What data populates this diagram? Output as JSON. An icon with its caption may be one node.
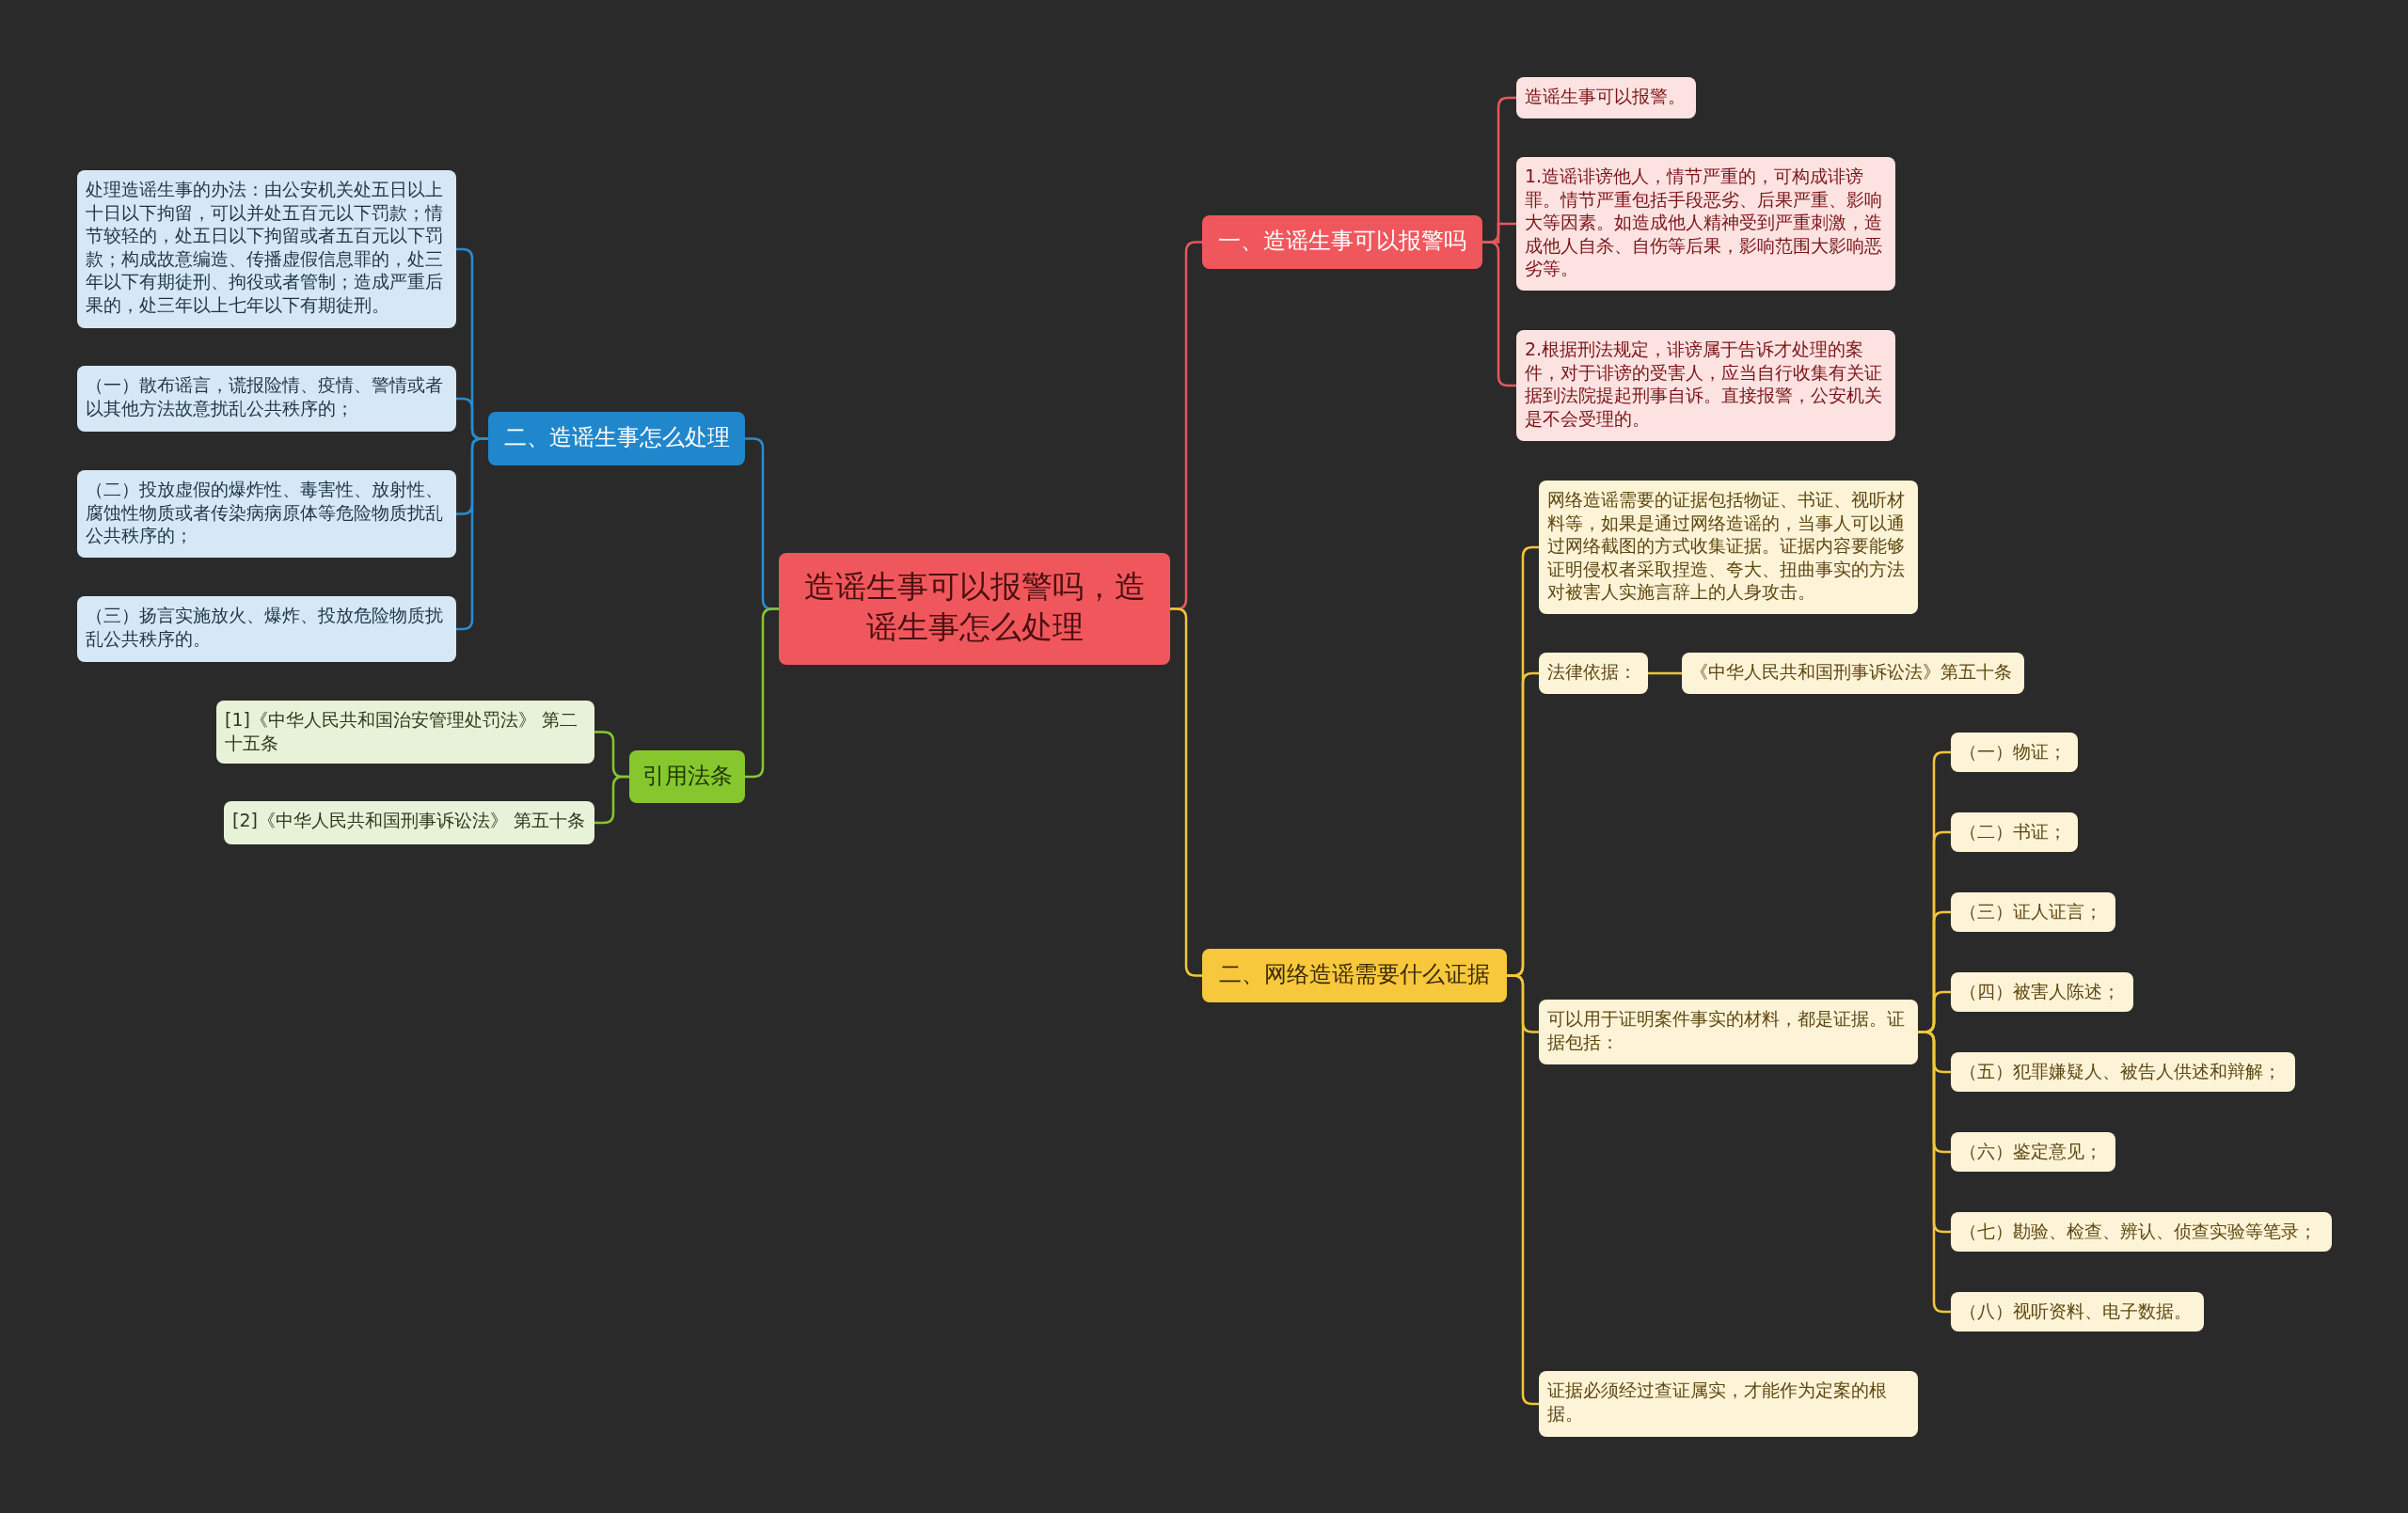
{
  "diagram": {
    "nodes": [
      {
        "text": [
          "造谣生事可以报警吗，造谣生事怎么处理"
        ]
      },
      {
        "text": [
          "一、造谣生事可以报警吗"
        ]
      },
      {
        "text": [
          "造谣生事可以报警。"
        ]
      },
      {
        "text": [
          "1.造谣诽谤他人，情节严重的，可构成诽谤罪。情节严重包括手段恶劣、后果严重、影响大等因素。如造成他人精神受到严重刺激，造成他人自杀、自伤等后果，影响范围大影响恶劣等。"
        ]
      },
      {
        "text": [
          "2.根据刑法规定，诽谤属于告诉才处理的案件，对于诽谤的受害人，应当自行收集有关证据到法院提起刑事自诉。直接报警，公安机关是不会受理的。"
        ]
      },
      {
        "text": [
          "二、网络造谣需要什么证据"
        ]
      },
      {
        "text": [
          "网络造谣需要的证据包括物证、书证、视听材料等，如果是通过网络造谣的，当事人可以通过网络截图的方式收集证据。证据内容要能够证明侵权者采取捏造、夸大、扭曲事实的方法对被害人实施言辞上的人身攻击。"
        ]
      },
      {
        "text": [
          "法律依据："
        ]
      },
      {
        "text": [
          "《中华人民共和国刑事诉讼法》第五十条"
        ]
      },
      {
        "text": [
          "可以用于证明案件事实的材料，都是证据。证据包括："
        ]
      },
      {
        "text": [
          "（一）物证；"
        ]
      },
      {
        "text": [
          "（二）书证；"
        ]
      },
      {
        "text": [
          "（三）证人证言；"
        ]
      },
      {
        "text": [
          "（四）被害人陈述；"
        ]
      },
      {
        "text": [
          "（五）犯罪嫌疑人、被告人供述和辩解；"
        ]
      },
      {
        "text": [
          "（六）鉴定意见；"
        ]
      },
      {
        "text": [
          "（七）勘验、检查、辨认、侦查实验等笔录；"
        ]
      },
      {
        "text": [
          "（八）视听资料、电子数据。"
        ]
      },
      {
        "text": [
          "证据必须经过查证属实，才能作为定案的根据。"
        ]
      },
      {
        "text": [
          "二、造谣生事怎么处理"
        ]
      },
      {
        "text": [
          "处理造谣生事的办法：由公安机关处五日以上十日以下拘留，可以并处五百元以下罚款；情节较轻的，处五日以下拘留或者五百元以下罚款；构成故意编造、传播虚假信息罪的，处三年以下有期徒刑、拘役或者管制；造成严重后果的，处三年以上七年以下有期徒刑。"
        ]
      },
      {
        "text": [
          "（一）散布谣言，谎报险情、疫情、警情或者以其他方法故意扰乱公共秩序的；"
        ]
      },
      {
        "text": [
          "（二）投放虚假的爆炸性、毒害性、放射性、腐蚀性物质或者传染病病原体等危险物质扰乱公共秩序的；"
        ]
      },
      {
        "text": [
          "（三）扬言实施放火、爆炸、投放危险物质扰乱公共秩序的。"
        ]
      },
      {
        "text": [
          "引用法条"
        ]
      },
      {
        "text": [
          "[1]《中华人民共和国治安管理处罚法》 第二十五条"
        ]
      },
      {
        "text": [
          "[2]《中华人民共和国刑事诉讼法》 第五十条"
        ]
      }
    ],
    "edges": [
      {
        "from": 0,
        "to": 1,
        "arrow": "none",
        "color": "#e8575c"
      },
      {
        "from": 1,
        "to": 2,
        "arrow": "none",
        "color": "#e8575c"
      },
      {
        "from": 1,
        "to": 3,
        "arrow": "none",
        "color": "#e8575c"
      },
      {
        "from": 1,
        "to": 4,
        "arrow": "none",
        "color": "#e8575c"
      },
      {
        "from": 0,
        "to": 5,
        "arrow": "none"
      },
      {
        "from": 5,
        "to": 6,
        "arrow": "none"
      },
      {
        "from": 5,
        "to": 7,
        "arrow": "none"
      },
      {
        "from": 7,
        "to": 8,
        "arrow": "none"
      },
      {
        "from": 5,
        "to": 9,
        "arrow": "none"
      },
      {
        "from": 9,
        "to": 10,
        "arrow": "none"
      },
      {
        "from": 9,
        "to": 11,
        "arrow": "none"
      },
      {
        "from": 9,
        "to": 12,
        "arrow": "none"
      },
      {
        "from": 9,
        "to": 13,
        "arrow": "none"
      },
      {
        "from": 9,
        "to": 14,
        "arrow": "none"
      },
      {
        "from": 9,
        "to": 15,
        "arrow": "none"
      },
      {
        "from": 9,
        "to": 16,
        "arrow": "none"
      },
      {
        "from": 9,
        "to": 17,
        "arrow": "none"
      },
      {
        "from": 5,
        "to": 18,
        "arrow": "none"
      },
      {
        "from": 0,
        "to": 19,
        "arrow": "none",
        "color": "#2a8bd0"
      },
      {
        "from": 19,
        "to": 20,
        "arrow": "none",
        "color": "#2a8bd0"
      },
      {
        "from": 19,
        "to": 21,
        "arrow": "none",
        "color": "#2a8bd0"
      },
      {
        "from": 19,
        "to": 22,
        "arrow": "none",
        "color": "#2a8bd0"
      },
      {
        "from": 19,
        "to": 23,
        "arrow": "none",
        "color": "#2a8bd0"
      },
      {
        "from": 0,
        "to": 24,
        "arrow": "none",
        "color": "#86c72e"
      },
      {
        "from": 24,
        "to": 25,
        "arrow": "none",
        "color": "#86c72e"
      },
      {
        "from": 24,
        "to": 26,
        "arrow": "none",
        "color": "#86c72e"
      }
    ]
  }
}
